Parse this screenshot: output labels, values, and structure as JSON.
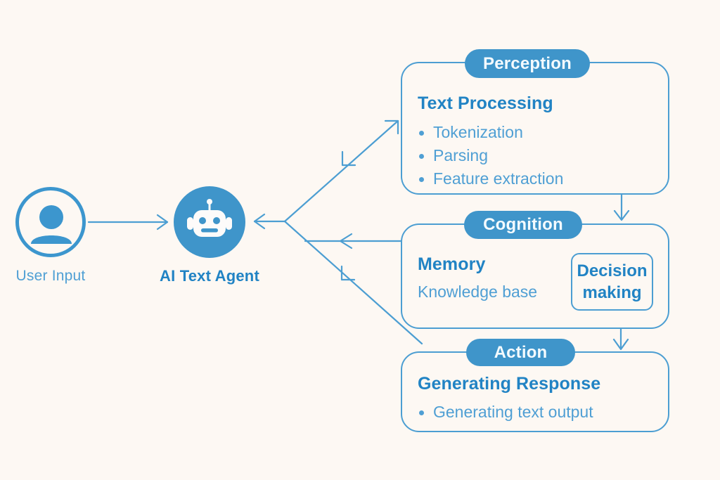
{
  "diagram": {
    "title_hidden": "",
    "colors": {
      "background": "#fdf8f3",
      "accent": "#3f95ca",
      "stroke": "#4c9ed2",
      "heading_text": "#2183c4",
      "body_text": "#4f9fd4",
      "pill_text": "#f4fbff"
    },
    "actors": [
      {
        "id": "user",
        "icon": "user-avatar-icon",
        "label": "User Input"
      },
      {
        "id": "agent",
        "icon": "robot-icon",
        "label": "AI Text Agent"
      }
    ],
    "stages": [
      {
        "id": "perception",
        "pill_label": "Perception",
        "heading": "Text Processing",
        "bullets": [
          "Tokenization",
          "Parsing",
          "Feature extraction"
        ]
      },
      {
        "id": "cognition",
        "pill_label": "Cognition",
        "heading": "Memory",
        "subtitle": "Knowledge base",
        "sub_box": {
          "line1": "Decision",
          "line2": "making"
        }
      },
      {
        "id": "action",
        "pill_label": "Action",
        "heading": "Generating Response",
        "bullets": [
          "Generating text output"
        ]
      }
    ],
    "connectors": [
      {
        "id": "user-to-agent",
        "from": "user",
        "to": "agent",
        "direction": "right"
      },
      {
        "id": "agent-hub",
        "from": "hub",
        "to": "agent",
        "direction": "left"
      },
      {
        "id": "hub-to-perception",
        "from": "hub",
        "to": "perception",
        "direction": "both"
      },
      {
        "id": "cognition-to-hub",
        "from": "cognition",
        "to": "hub",
        "direction": "left"
      },
      {
        "id": "action-to-hub",
        "from": "action",
        "to": "hub",
        "direction": "up-left"
      },
      {
        "id": "perception-to-cognition",
        "from": "perception",
        "to": "cognition",
        "direction": "down"
      },
      {
        "id": "decision-to-action",
        "from": "decision-making",
        "to": "action",
        "direction": "down"
      }
    ]
  }
}
